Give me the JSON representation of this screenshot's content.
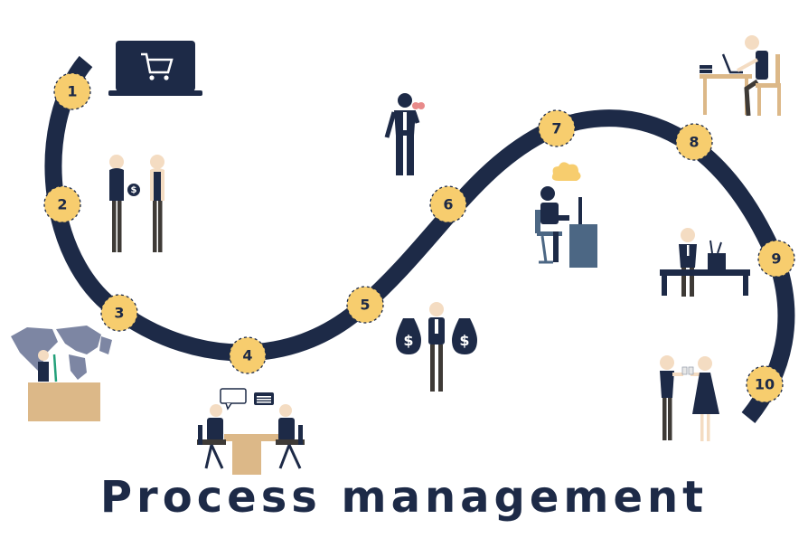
{
  "title": "Process management",
  "colors": {
    "navy": "#1d2a47",
    "marker_fill": "#f7cd6e",
    "wood": "#dcb888",
    "slate": "#4c6784",
    "map": "#7d86a3",
    "skin": "#f4dcc2",
    "trousers": "#3e3a36",
    "background": "#ffffff"
  },
  "steps": [
    {
      "number": "1",
      "illustration": "laptop-cart-icon"
    },
    {
      "number": "2",
      "illustration": "handing-money-icon"
    },
    {
      "number": "3",
      "illustration": "world-map-podium-icon"
    },
    {
      "number": "4",
      "illustration": "meeting-at-table-icon"
    },
    {
      "number": "5",
      "illustration": "money-bags-icon"
    },
    {
      "number": "6",
      "illustration": "businessman-thinking-icon"
    },
    {
      "number": "7",
      "illustration": "computer-idea-icon"
    },
    {
      "number": "8",
      "illustration": "desk-laptop-icon"
    },
    {
      "number": "9",
      "illustration": "standing-at-table-icon"
    },
    {
      "number": "10",
      "illustration": "couple-toasting-icon"
    }
  ]
}
